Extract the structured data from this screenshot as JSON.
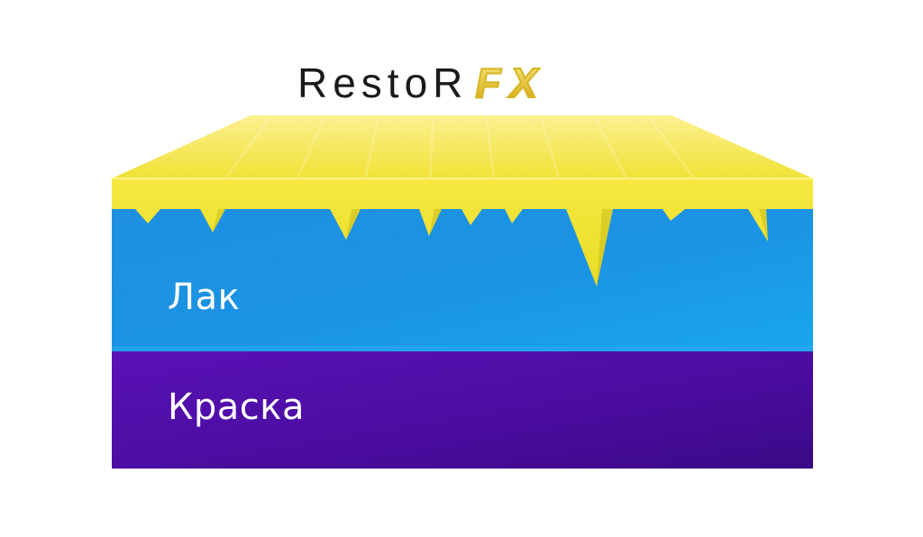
{
  "logo": {
    "main_text": "RestoR",
    "accent_text": "FX"
  },
  "layers": [
    {
      "label": "Лак",
      "color": "#1a9de6"
    },
    {
      "label": "Краска",
      "color": "#4a0fa6"
    }
  ],
  "coating_color": "#f2e63a"
}
